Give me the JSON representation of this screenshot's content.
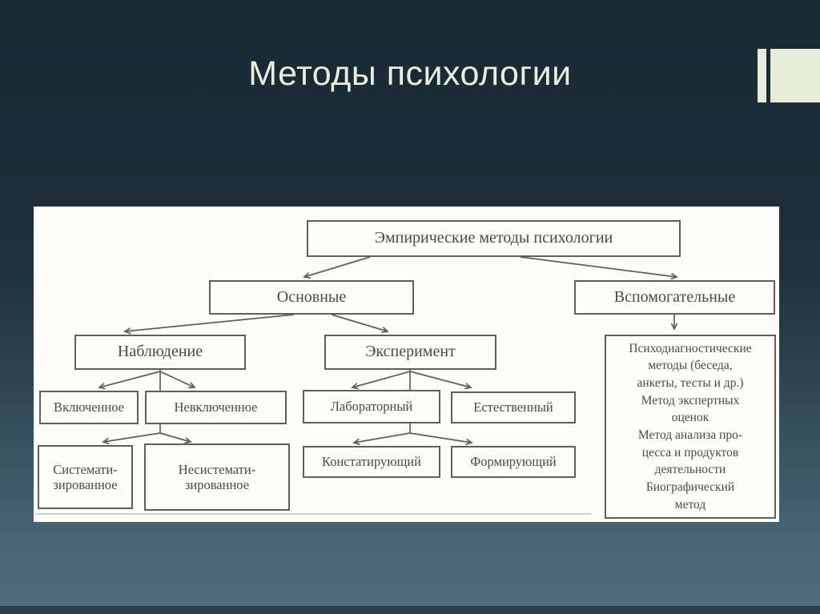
{
  "slide": {
    "title": "Методы психологии",
    "colors": {
      "background_top": "#182a34",
      "background_bottom": "#506d7e",
      "bottom_strip": "#2b4150",
      "title_text": "#e9eedd",
      "accent_bar": "#e7ecd9",
      "panel_background": "#fcfcfb",
      "diagram_ink": "#494947",
      "connector": "#5e5e5c"
    }
  },
  "diagram": {
    "nodes": {
      "root": "Эмпирические методы психологии",
      "osnovnye": "Основные",
      "vspomogatelnye": "Вспомогательные",
      "nablyudenie": "Наблюдение",
      "eksperiment": "Эксперимент",
      "vklyuchennoe": "Включенное",
      "nevklyuchennoe": "Невключенное",
      "laboratorny": "Лабораторный",
      "estestvenny": "Естественный",
      "sistematizirovannoe": "Системати-\nзированное",
      "nesistematizirovannoe": "Несистемати-\nзированное",
      "konstatiruyushchy": "Констатирующий",
      "formiruyushchy": "Формирующий",
      "vspomogatelnye_list": "Психодиагностические\nметоды (беседа,\nанкеты, тесты и др.)\nМетод экспертных\nоценок\nМетод анализа про-\nцесса и продуктов\nдеятельности\nБиографический\nметод"
    }
  }
}
